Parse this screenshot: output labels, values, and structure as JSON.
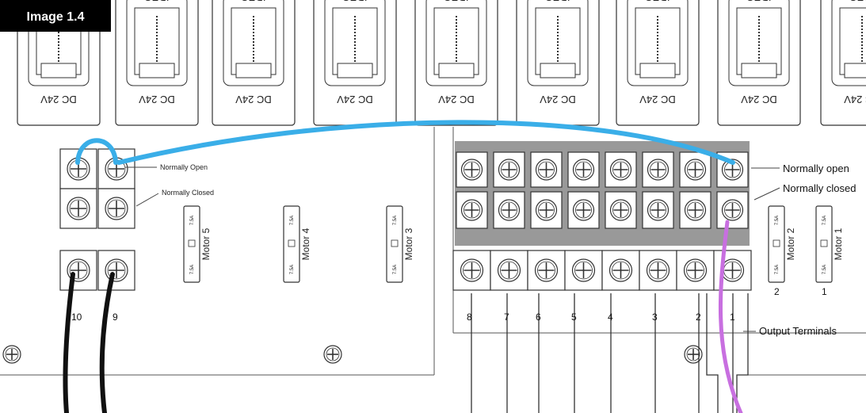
{
  "badge": "Image 1.4",
  "relay_label": "DC 24V",
  "relay_brand": "IDEC",
  "left_block": {
    "normally_open": "Normally Open",
    "normally_closed": "Normally Closed",
    "terminals": [
      "10",
      "9"
    ]
  },
  "right_block": {
    "normally_open": "Normally open",
    "normally_closed": "Normally closed",
    "output_terminals": "Output Terminals",
    "terminals": [
      "8",
      "7",
      "6",
      "5",
      "4",
      "3",
      "2",
      "1"
    ]
  },
  "fuses": {
    "rating": "7.5A",
    "items": [
      {
        "motor": "Motor 5",
        "number": ""
      },
      {
        "motor": "Motor 4",
        "number": ""
      },
      {
        "motor": "Motor 3",
        "number": ""
      },
      {
        "motor": "Motor 2",
        "number": "2"
      },
      {
        "motor": "Motor 1",
        "number": "1"
      }
    ]
  },
  "wire_colors": {
    "blue": "#3aaee8",
    "black": "#111111",
    "purple": "#c86fe0",
    "bar": "#999999"
  }
}
